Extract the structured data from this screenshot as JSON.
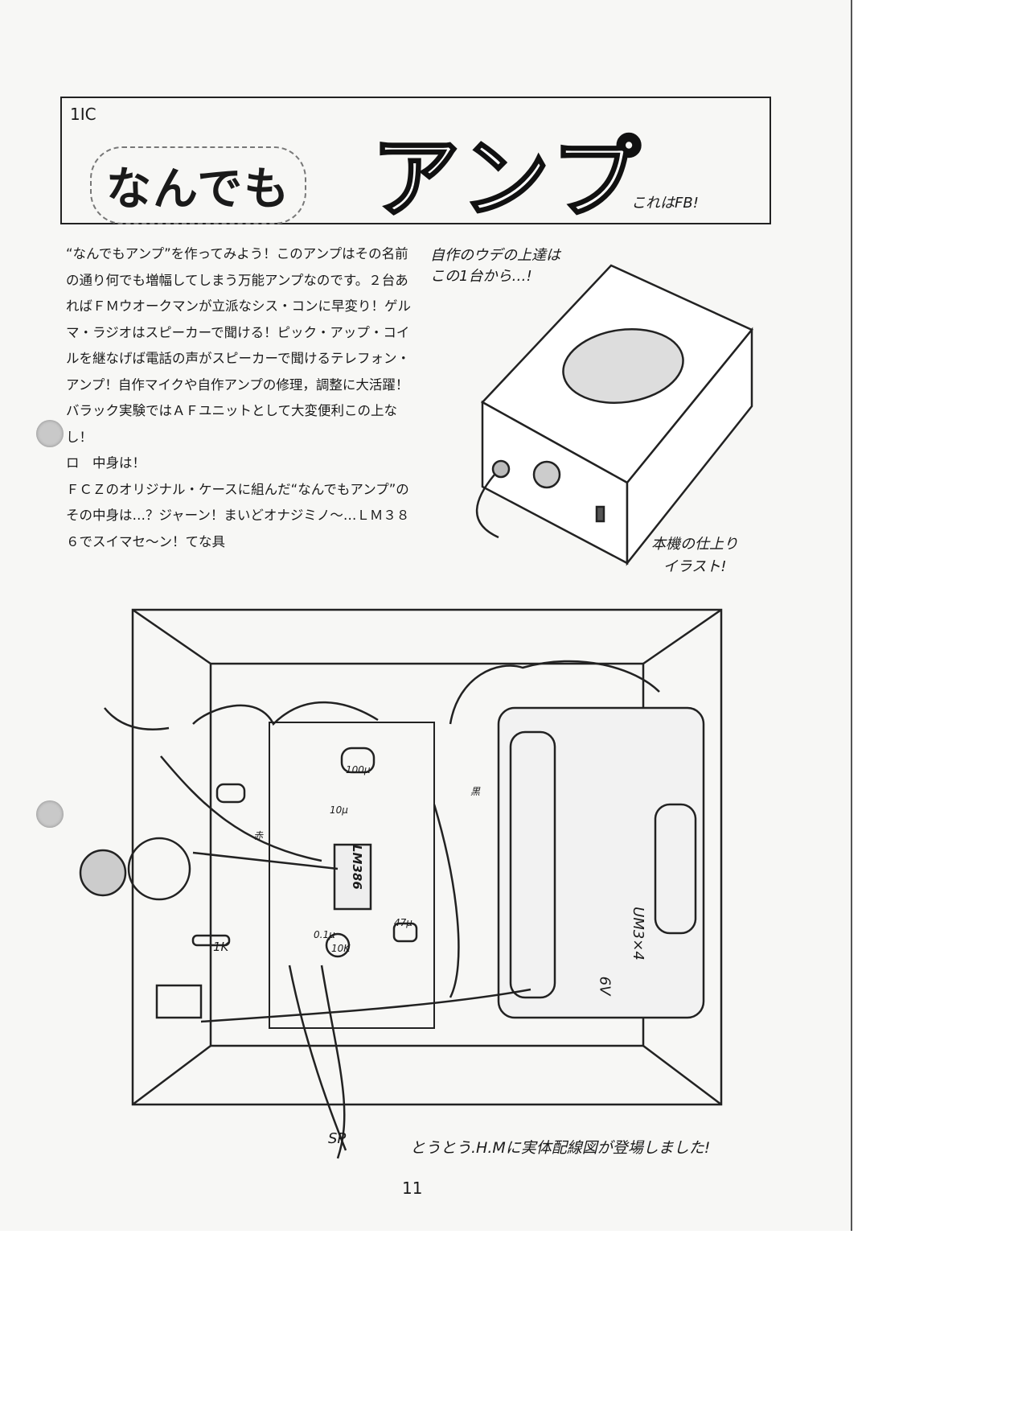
{
  "header": {
    "issue_label": "1IC",
    "title_part1": "なんでも",
    "title_part2": "アンプ",
    "comment": "これはFB!"
  },
  "article": {
    "paragraphs": [
      "“なんでもアンプ”を作ってみよう！このアンプはその名前の通り何でも増幅してしまう万能アンプなのです。２台あればＦＭウオークマンが立派なシス・コンに早変り！ゲルマ・ラジオはスピーカーで聞ける！ピック・アップ・コイルを継なげば電話の声がスピーカーで聞けるテレフォン・アンプ！自作マイクや自作アンプの修理，調整に大活躍！バラック実験ではＡＦユニットとして大変便利この上なし！",
      "ロ　中身は！",
      "ＦＣＺのオリジナル・ケースに組んだ“なんでもアンプ”のその中身は…？ジャーン！まいどオナジミノ〜…ＬＭ３８６でスイマセ〜ン！てな具"
    ]
  },
  "illustration": {
    "caption_top": [
      "自作のウデの上達は",
      "この1台から…!"
    ],
    "caption_bottom": [
      "本機の仕上り",
      "イラスト!"
    ]
  },
  "wiring": {
    "caption": "とうとう.H.Mに実体配線図が登場しました!",
    "labels": {
      "ic": "LM386",
      "battery": "UM3×4",
      "voltage": "6V",
      "speaker": "SP",
      "resistor": "1K",
      "cap_100u": "100μ",
      "cap_10u": "10μ",
      "cap_01": "0.1μ",
      "cap_47": "47μ",
      "pot": "10K",
      "red": "赤",
      "black": "黒"
    }
  },
  "page_number": "11"
}
